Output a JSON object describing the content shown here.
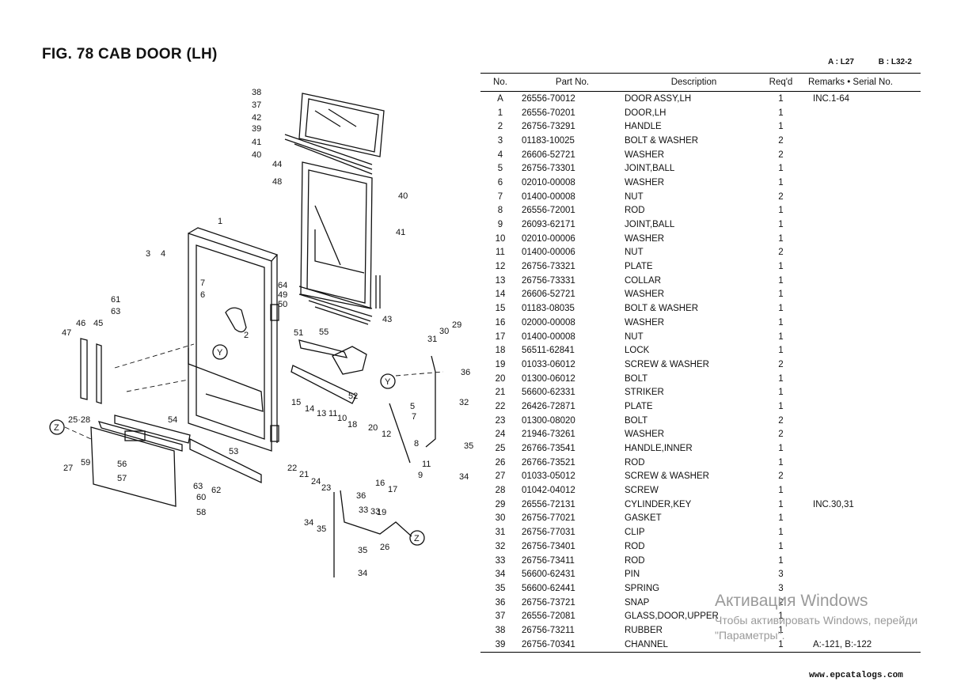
{
  "title": "FIG. 78   CAB DOOR (LH)",
  "series": [
    "A : L27",
    "B : L32-2"
  ],
  "columns": [
    "No.",
    "Part No.",
    "Description",
    "Req'd",
    "Remarks • Serial No."
  ],
  "rows": [
    {
      "no": "A",
      "part": "26556-70012",
      "desc": "DOOR ASSY,LH",
      "req": "1",
      "rem": "INC.1-64"
    },
    {
      "no": "1",
      "part": "26556-70201",
      "desc": "DOOR,LH",
      "req": "1",
      "rem": ""
    },
    {
      "no": "2",
      "part": "26756-73291",
      "desc": "HANDLE",
      "req": "1",
      "rem": ""
    },
    {
      "no": "3",
      "part": "01183-10025",
      "desc": "BOLT & WASHER",
      "req": "2",
      "rem": ""
    },
    {
      "no": "4",
      "part": "26606-52721",
      "desc": "WASHER",
      "req": "2",
      "rem": ""
    },
    {
      "no": "5",
      "part": "26756-73301",
      "desc": "JOINT,BALL",
      "req": "1",
      "rem": ""
    },
    {
      "no": "6",
      "part": "02010-00008",
      "desc": "WASHER",
      "req": "1",
      "rem": ""
    },
    {
      "no": "7",
      "part": "01400-00008",
      "desc": "NUT",
      "req": "2",
      "rem": ""
    },
    {
      "no": "8",
      "part": "26556-72001",
      "desc": "ROD",
      "req": "1",
      "rem": ""
    },
    {
      "no": "9",
      "part": "26093-62171",
      "desc": "JOINT,BALL",
      "req": "1",
      "rem": ""
    },
    {
      "no": "10",
      "part": "02010-00006",
      "desc": "WASHER",
      "req": "1",
      "rem": ""
    },
    {
      "no": "11",
      "part": "01400-00006",
      "desc": "NUT",
      "req": "2",
      "rem": ""
    },
    {
      "no": "12",
      "part": "26756-73321",
      "desc": "PLATE",
      "req": "1",
      "rem": ""
    },
    {
      "no": "13",
      "part": "26756-73331",
      "desc": "COLLAR",
      "req": "1",
      "rem": ""
    },
    {
      "no": "14",
      "part": "26606-52721",
      "desc": "WASHER",
      "req": "1",
      "rem": ""
    },
    {
      "no": "15",
      "part": "01183-08035",
      "desc": "BOLT & WASHER",
      "req": "1",
      "rem": ""
    },
    {
      "no": "16",
      "part": "02000-00008",
      "desc": "WASHER",
      "req": "1",
      "rem": ""
    },
    {
      "no": "17",
      "part": "01400-00008",
      "desc": "NUT",
      "req": "1",
      "rem": ""
    },
    {
      "no": "18",
      "part": "56511-62841",
      "desc": "LOCK",
      "req": "1",
      "rem": ""
    },
    {
      "no": "19",
      "part": "01033-06012",
      "desc": "SCREW & WASHER",
      "req": "2",
      "rem": ""
    },
    {
      "no": "20",
      "part": "01300-06012",
      "desc": "BOLT",
      "req": "1",
      "rem": ""
    },
    {
      "no": "21",
      "part": "56600-62331",
      "desc": "STRIKER",
      "req": "1",
      "rem": ""
    },
    {
      "no": "22",
      "part": "26426-72871",
      "desc": "PLATE",
      "req": "1",
      "rem": ""
    },
    {
      "no": "23",
      "part": "01300-08020",
      "desc": "BOLT",
      "req": "2",
      "rem": ""
    },
    {
      "no": "24",
      "part": "21946-73261",
      "desc": "WASHER",
      "req": "2",
      "rem": ""
    },
    {
      "no": "25",
      "part": "26766-73541",
      "desc": "HANDLE,INNER",
      "req": "1",
      "rem": ""
    },
    {
      "no": "26",
      "part": "26766-73521",
      "desc": "ROD",
      "req": "1",
      "rem": ""
    },
    {
      "no": "27",
      "part": "01033-05012",
      "desc": "SCREW & WASHER",
      "req": "2",
      "rem": ""
    },
    {
      "no": "28",
      "part": "01042-04012",
      "desc": "SCREW",
      "req": "1",
      "rem": ""
    },
    {
      "no": "29",
      "part": "26556-72131",
      "desc": "CYLINDER,KEY",
      "req": "1",
      "rem": "INC.30,31"
    },
    {
      "no": "30",
      "part": "26756-77021",
      "desc": "GASKET",
      "req": "1",
      "rem": ""
    },
    {
      "no": "31",
      "part": "26756-77031",
      "desc": "CLIP",
      "req": "1",
      "rem": ""
    },
    {
      "no": "32",
      "part": "26756-73401",
      "desc": "ROD",
      "req": "1",
      "rem": ""
    },
    {
      "no": "33",
      "part": "26756-73411",
      "desc": "ROD",
      "req": "1",
      "rem": ""
    },
    {
      "no": "34",
      "part": "56600-62431",
      "desc": "PIN",
      "req": "3",
      "rem": ""
    },
    {
      "no": "35",
      "part": "56600-62441",
      "desc": "SPRING",
      "req": "3",
      "rem": ""
    },
    {
      "no": "36",
      "part": "26756-73721",
      "desc": "SNAP",
      "req": "2",
      "rem": ""
    },
    {
      "no": "37",
      "part": "26556-72081",
      "desc": "GLASS,DOOR,UPPER",
      "req": "1",
      "rem": ""
    },
    {
      "no": "38",
      "part": "26756-73211",
      "desc": "RUBBER",
      "req": "1",
      "rem": ""
    },
    {
      "no": "39",
      "part": "26756-70341",
      "desc": "CHANNEL",
      "req": "1",
      "rem": "A:-121, B:-122"
    }
  ],
  "callouts": [
    "38",
    "37",
    "42",
    "39",
    "41",
    "40",
    "44",
    "48",
    "40",
    "41",
    "1",
    "3",
    "4",
    "7",
    "6",
    "61",
    "63",
    "46",
    "45",
    "47",
    "2",
    "64",
    "49",
    "50",
    "51",
    "55",
    "43",
    "31",
    "30",
    "29",
    "36",
    "52",
    "32",
    "5",
    "7",
    "15",
    "14",
    "13",
    "11",
    "10",
    "18",
    "20",
    "12",
    "8",
    "11",
    "9",
    "25·28",
    "54",
    "53",
    "22",
    "21",
    "24",
    "23",
    "36",
    "16",
    "17",
    "19",
    "33",
    "34",
    "35",
    "27",
    "59",
    "56",
    "57",
    "63",
    "60",
    "62",
    "58",
    "26",
    "35",
    "34",
    "33",
    "35",
    "34"
  ],
  "callout_refs": [
    "Y",
    "Y",
    "Z",
    "Z"
  ],
  "watermark": {
    "line1": "Активация Windows",
    "line2": "Чтобы активировать Windows, перейди",
    "line3": "\"Параметры\"."
  },
  "website": "www.epcatalogs.com"
}
